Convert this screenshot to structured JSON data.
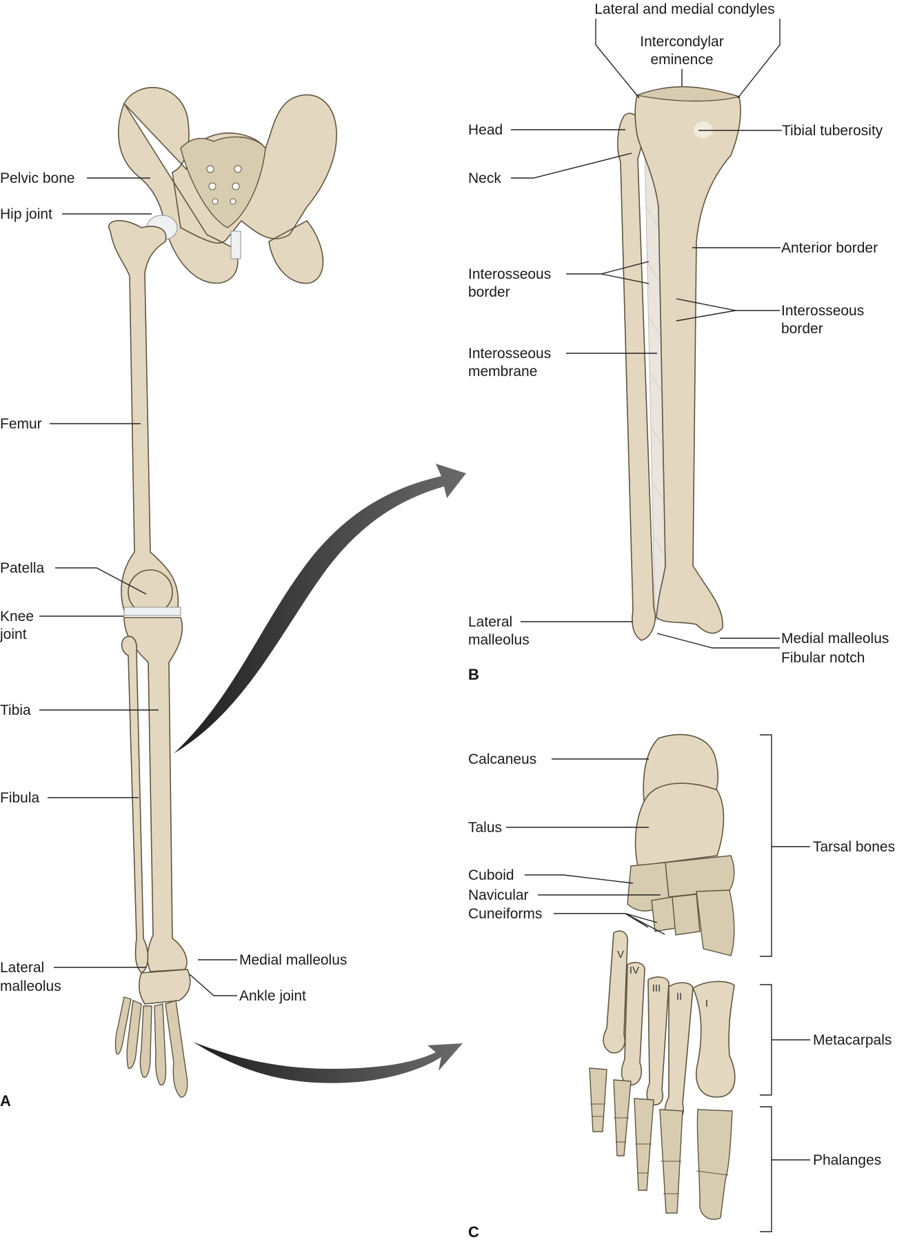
{
  "panels": {
    "a": "A",
    "b": "B",
    "c": "C"
  },
  "panel_a": {
    "labels": {
      "pelvic_bone": "Pelvic bone",
      "hip_joint": "Hip joint",
      "femur": "Femur",
      "patella": "Patella",
      "knee_joint_1": "Knee",
      "knee_joint_2": "joint",
      "tibia": "Tibia",
      "fibula": "Fibula",
      "lateral_malleolus_1": "Lateral",
      "lateral_malleolus_2": "malleolus",
      "medial_malleolus": "Medial malleolus",
      "ankle_joint": "Ankle joint"
    }
  },
  "panel_b": {
    "labels": {
      "condyles": "Lateral and medial condyles",
      "eminence_1": "Intercondylar",
      "eminence_2": "eminence",
      "head": "Head",
      "tibial_tuberosity": "Tibial tuberosity",
      "neck": "Neck",
      "anterior_border": "Anterior border",
      "interosseous_border_left_1": "Interosseous",
      "interosseous_border_left_2": "border",
      "interosseous_border_right_1": "Interosseous",
      "interosseous_border_right_2": "border",
      "interosseous_membrane_1": "Interosseous",
      "interosseous_membrane_2": "membrane",
      "lateral_malleolus_1": "Lateral",
      "lateral_malleolus_2": "malleolus",
      "medial_malleolus": "Medial malleolus",
      "fibular_notch": "Fibular notch"
    }
  },
  "panel_c": {
    "labels": {
      "calcaneus": "Calcaneus",
      "talus": "Talus",
      "cuboid": "Cuboid",
      "navicular": "Navicular",
      "cuneiforms": "Cuneiforms",
      "tarsal_bones": "Tarsal bones",
      "metacarpals": "Metacarpals",
      "phalanges": "Phalanges"
    },
    "numerals": [
      "V",
      "IV",
      "III",
      "II",
      "I"
    ]
  },
  "colors": {
    "bone": "#e3d8bf",
    "outline": "#5e5440",
    "arrow": "#3a3a3a"
  }
}
